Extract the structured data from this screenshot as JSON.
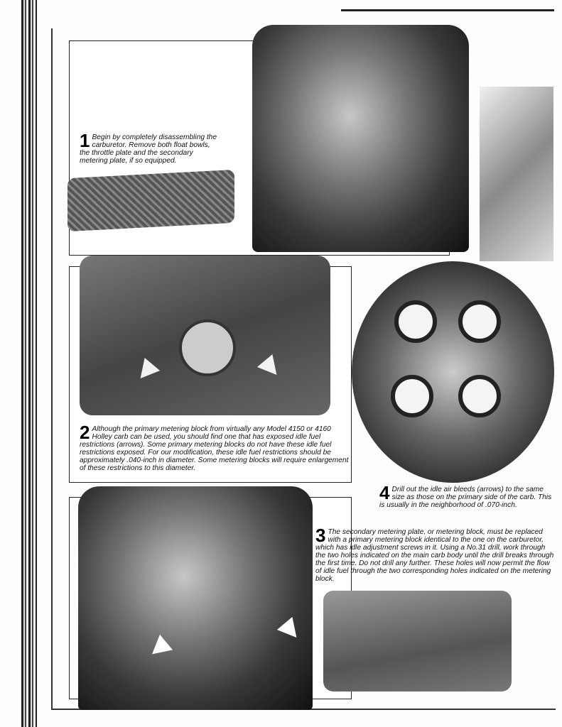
{
  "steps": [
    {
      "number": "1",
      "text": "Begin by completely disassembling the carburetor. Remove both float bowls, the throttle plate and the secondary metering plate, if so equipped."
    },
    {
      "number": "2",
      "text": "Although the primary metering block from virtually any Model 4150 or 4160 Holley carb can be used, you should find one that has exposed idle fuel restrictions (arrows). Some primary metering blocks do not have these idle fuel restrictions exposed. For our modification, these idle fuel restrictions should be approximately .040-inch in diameter. Some metering blocks will require enlargement of these restrictions to this diameter."
    },
    {
      "number": "3",
      "text": "The secondary metering plate, or metering block, must be replaced with a primary metering block identical to the one on the carburetor, which has idle adjustment screws in it. Using a No.31 drill, work through the two holes indicated on the main carb body until the drill breaks through the first time. Do not drill any further. These holes will now permit the flow of idle fuel through the two corresponding holes indicated on the metering block."
    },
    {
      "number": "4",
      "text": "Drill out the idle air bleeds (arrows) to the same size as those on the primary side of the carb. This is usually in the neighborhood of .070-inch."
    }
  ]
}
